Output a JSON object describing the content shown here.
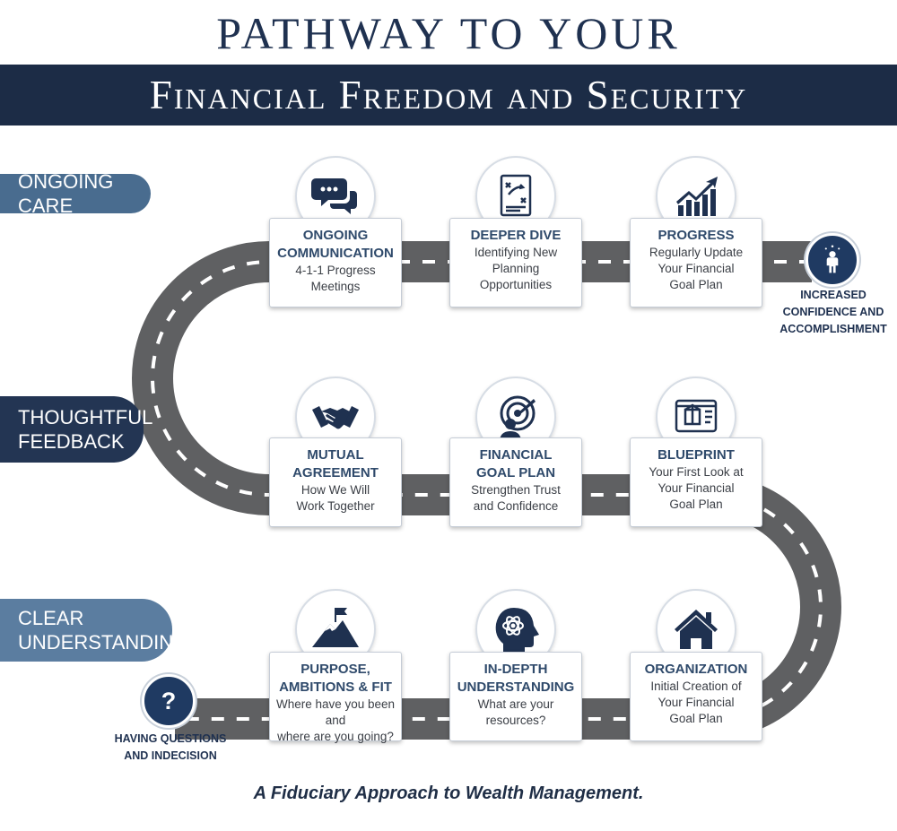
{
  "title": {
    "line1": "PATHWAY TO YOUR",
    "line2": "Financial Freedom and Security"
  },
  "stages": {
    "ongoing_care": "ONGOING CARE",
    "thoughtful_feedback": "THOUGHTFUL\nFEEDBACK",
    "clear_understanding": "CLEAR\nUNDERSTANDING"
  },
  "steps": {
    "ongoing_communication": {
      "title": "ONGOING\nCOMMUNICATION",
      "text": "4-1-1 Progress Meetings",
      "icon": "speech-bubbles-icon"
    },
    "deeper_dive": {
      "title": "DEEPER DIVE",
      "text": "Identifying New\nPlanning\nOpportunities",
      "icon": "strategy-clipboard-icon"
    },
    "progress": {
      "title": "PROGRESS",
      "text": "Regularly Update\nYour Financial\nGoal Plan",
      "icon": "growth-chart-icon"
    },
    "mutual_agreement": {
      "title": "MUTUAL\nAGREEMENT",
      "text": "How We Will\nWork Together",
      "icon": "handshake-icon"
    },
    "financial_goal_plan": {
      "title": "FINANCIAL\nGOAL PLAN",
      "text": "Strengthen Trust\nand Confidence",
      "icon": "target-person-icon"
    },
    "blueprint": {
      "title": "BLUEPRINT",
      "text": "Your First Look at\nYour Financial\nGoal Plan",
      "icon": "blueprint-icon"
    },
    "purpose": {
      "title": "PURPOSE,\nAMBITIONS & FIT",
      "text": "Where have you been and\nwhere are you going?",
      "icon": "mountain-flag-icon"
    },
    "in_depth": {
      "title": "IN-DEPTH\nUNDERSTANDING",
      "text": "What are your\nresources?",
      "icon": "head-atom-icon"
    },
    "organization": {
      "title": "ORGANIZATION",
      "text": "Initial Creation of\nYour Financial\nGoal Plan",
      "icon": "house-icon"
    }
  },
  "endpoints": {
    "start": "HAVING QUESTIONS\nAND INDECISION",
    "finish": "INCREASED\nCONFIDENCE AND\nACCOMPLISHMENT"
  },
  "footer": "A Fiduciary Approach to Wealth Management.",
  "colors": {
    "navy": "#1c2c46",
    "road": "#5f6062",
    "accent_blue": "#2f4a6b"
  }
}
